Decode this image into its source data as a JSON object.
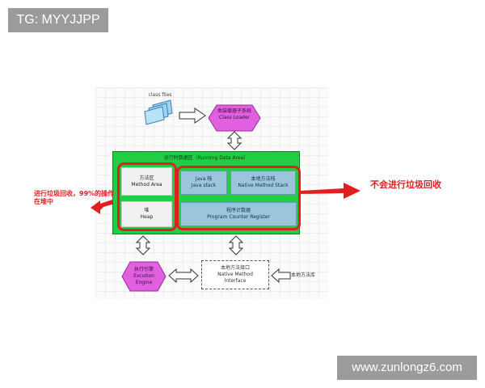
{
  "tag": "TG: MYYJJPP",
  "watermark": "www.zunlongz6.com",
  "class_files": {
    "label": "class files"
  },
  "class_loader": {
    "line1": "类装载器子系统",
    "line2": "Class Loader"
  },
  "runtime_area": {
    "title": "运行时数据区（Running Data Area）"
  },
  "method_area": {
    "line1": "方法区",
    "line2": "Method Area"
  },
  "heap": {
    "line1": "堆",
    "line2": "Heap"
  },
  "java_stack": {
    "line1": "Java 栈",
    "line2": "Java stack"
  },
  "native_stack": {
    "line1": "本地方法栈",
    "line2": "Native Method Stack"
  },
  "pc_register": {
    "line1": "程序计数器",
    "line2": "Program Counter Register"
  },
  "execution_engine": {
    "line1": "执行引擎",
    "line2": "Excution",
    "line3": "Engine"
  },
  "native_interface": {
    "line1": "本地方法接口",
    "line2": "Native Method",
    "line3": "Interface"
  },
  "native_library": {
    "label": "本地方法库"
  },
  "annotation_left": {
    "line1": "进行垃圾回收，99%的操作",
    "line2": "在堆中"
  },
  "annotation_right": "不会进行垃圾回收",
  "colors": {
    "runtime_green": "#22cc44",
    "hexagon_magenta": "#e060e0",
    "highlight_red": "#e02020",
    "box_blue": "#9cc5dc"
  }
}
